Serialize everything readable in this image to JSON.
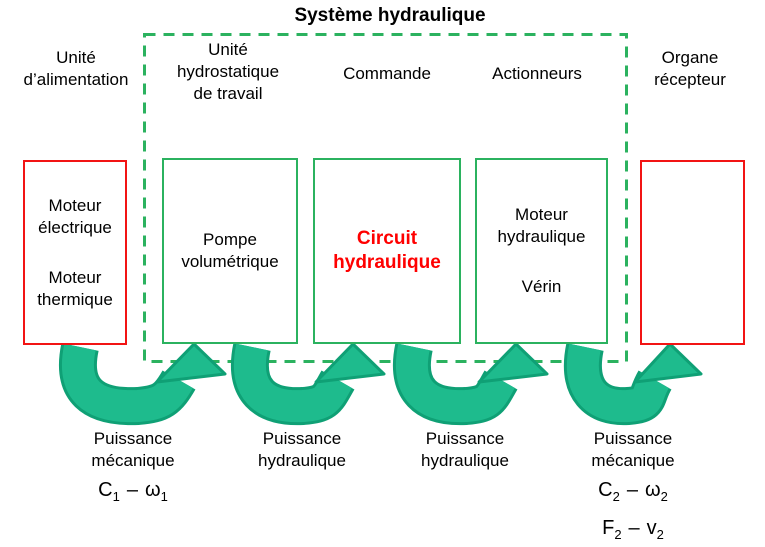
{
  "title": "Système hydraulique",
  "colors": {
    "boundary_green": "#2bb25f",
    "box_green": "#2bb25f",
    "box_red": "#f21414",
    "arrow_fill": "#1ebb8d",
    "arrow_outline": "#0fa075",
    "emphasis_text_red": "#ff0000",
    "text_black": "#000000"
  },
  "column_labels": [
    {
      "label": "Unité\nd’alimentation"
    },
    {
      "label": "Unité\nhydrostatique\nde travail"
    },
    {
      "label": "Commande"
    },
    {
      "label": "Actionneurs"
    },
    {
      "label": "Organe\nrécepteur"
    }
  ],
  "boxes": [
    {
      "name": "unite-alimentation",
      "lines": [
        "Moteur\nélectrique",
        "Moteur\nthermique"
      ]
    },
    {
      "name": "pompe",
      "lines": [
        "Pompe\nvolumétrique"
      ]
    },
    {
      "name": "circuit",
      "lines": [
        "Circuit\nhydraulique"
      ]
    },
    {
      "name": "actionneurs",
      "lines": [
        "Moteur\nhydraulique",
        "Vérin"
      ]
    },
    {
      "name": "organe-recepteur",
      "lines": []
    }
  ],
  "power_labels": [
    {
      "label": "Puissance\nmécanique",
      "formulas": [
        {
          "t1": "C",
          "s1": "1",
          "sep": "–",
          "t2": "ω",
          "s2": "1"
        }
      ]
    },
    {
      "label": "Puissance\nhydraulique",
      "formulas": []
    },
    {
      "label": "Puissance\nhydraulique",
      "formulas": []
    },
    {
      "label": "Puissance\nmécanique",
      "formulas": [
        {
          "t1": "C",
          "s1": "2",
          "sep": "–",
          "t2": "ω",
          "s2": "2"
        },
        {
          "t1": "F",
          "s1": "2",
          "sep": "–",
          "t2": "v",
          "s2": "2"
        }
      ]
    }
  ]
}
